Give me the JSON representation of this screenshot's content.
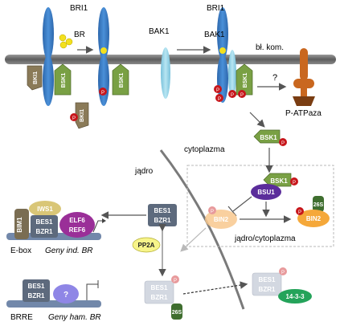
{
  "labels": {
    "bri1_left": "BRI1",
    "br": "BR",
    "bak1_free": "BAK1",
    "bri1_right": "BRI1",
    "bak1_bound": "BAK1",
    "membrane": "bł. kom.",
    "question_top": "?",
    "p_atpase": "P-ATPaza",
    "cytoplasm": "cytoplazma",
    "nucleus": "jądro",
    "nucleus_cytoplasm": "jądro/cytoplazma",
    "ebox": "E-box",
    "brre": "BRRE",
    "genes_induced": "Geny ind. BR",
    "genes_repressed": "Geny ham. BR"
  },
  "proteins": {
    "bki1": "BKI1",
    "bsk1": "BSK1",
    "bsu1": "BSU1",
    "bin2": "BIN2",
    "s26": "26S",
    "bes1": "BES1",
    "bzr1": "BZR1",
    "iws1": "IWS1",
    "bim1": "BIM1",
    "elf6": "ELF6",
    "ref6": "REF6",
    "pp2a": "PP2A",
    "protein_1433": "14-3-3",
    "unknown": "?",
    "phospho": "P"
  },
  "colors": {
    "membrane": "#6f6f6f",
    "receptor_bri1": "#3d7fc8",
    "bak1": "#8fd0e4",
    "br_ligand": "#f3e01e",
    "phospho": "#c7161b",
    "bki1": "#8a7a58",
    "bsk1": "#79a044",
    "bsu1": "#5b2d9b",
    "bin2": "#f5a83a",
    "s26": "#3f6e2f",
    "elf6_ref6": "#9a2f98",
    "iws1": "#d9c677",
    "pp2a": "#f7f48a",
    "protein_1433": "#24a35a",
    "p_atpase": "#c9671f",
    "bes_bzr_nucleus": "#5d6a7d",
    "bes_bzr_faded": "#d3d8e1",
    "dna": "#7288aa"
  }
}
